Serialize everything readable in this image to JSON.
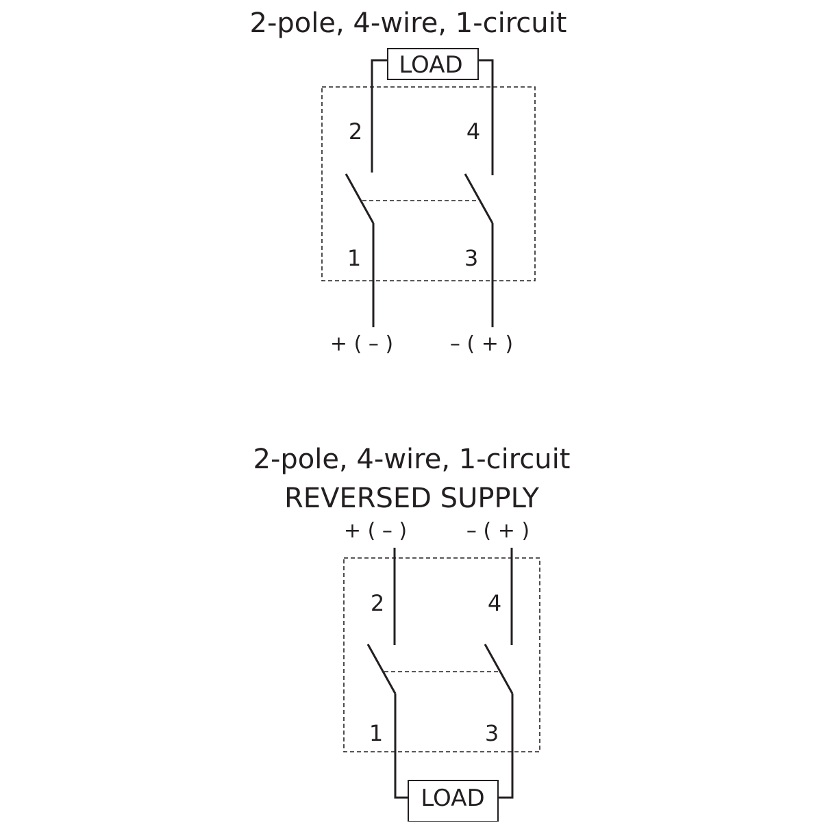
{
  "diagram_top": {
    "title": "2-pole, 4-wire, 1-circuit",
    "load_label": "LOAD",
    "terminals": [
      "2",
      "4",
      "1",
      "3"
    ],
    "supply_left": "+ ( – )",
    "supply_right": "– ( + )"
  },
  "diagram_bottom": {
    "title_line1": "2-pole, 4-wire, 1-circuit",
    "title_line2": "REVERSED SUPPLY",
    "load_label": "LOAD",
    "terminals": [
      "2",
      "4",
      "1",
      "3"
    ],
    "supply_left": "+ ( – )",
    "supply_right": "– ( + )"
  },
  "colors": {
    "ink": "#231f20",
    "background": "#ffffff"
  }
}
